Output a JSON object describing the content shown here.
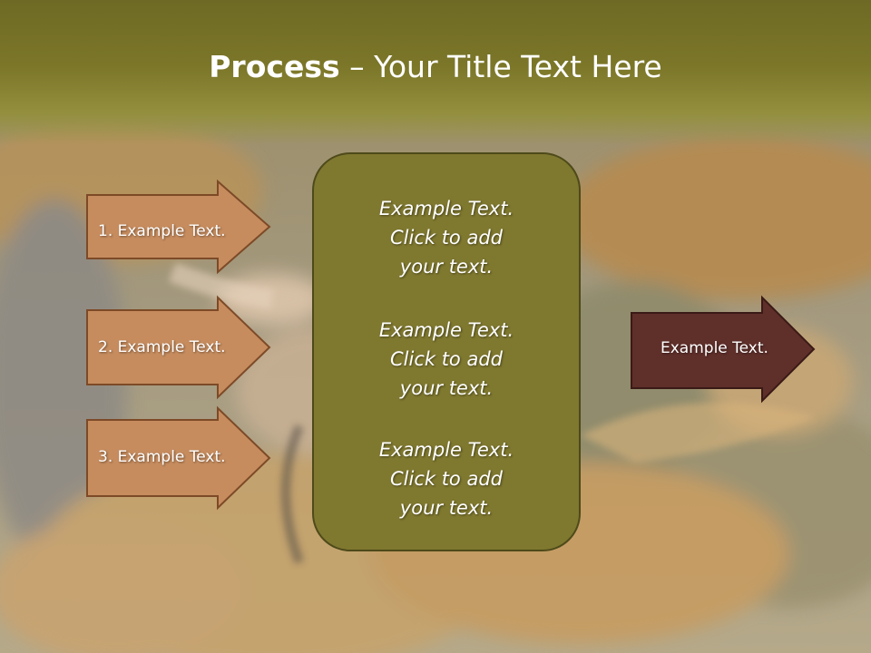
{
  "slide": {
    "title_bold": "Process",
    "title_rest": " – Your Title Text Here"
  },
  "steps": [
    {
      "label": "1. Example Text."
    },
    {
      "label": "2. Example Text."
    },
    {
      "label": "3. Example Text."
    }
  ],
  "center_blocks": [
    {
      "line1": "Example Text.",
      "line2": "Click  to add",
      "line3": "your text."
    },
    {
      "line1": "Example Text.",
      "line2": "Click  to add",
      "line3": "your text."
    },
    {
      "line1": "Example Text.",
      "line2": "Click  to add",
      "line3": "your text."
    }
  ],
  "result": {
    "label": "Example Text."
  },
  "colors": {
    "step_fill": "#c68c5e",
    "step_border": "#7d4a27",
    "center_fill": "#7f782f",
    "result_fill": "#5f2f2a",
    "title_band": "#7b7628"
  }
}
